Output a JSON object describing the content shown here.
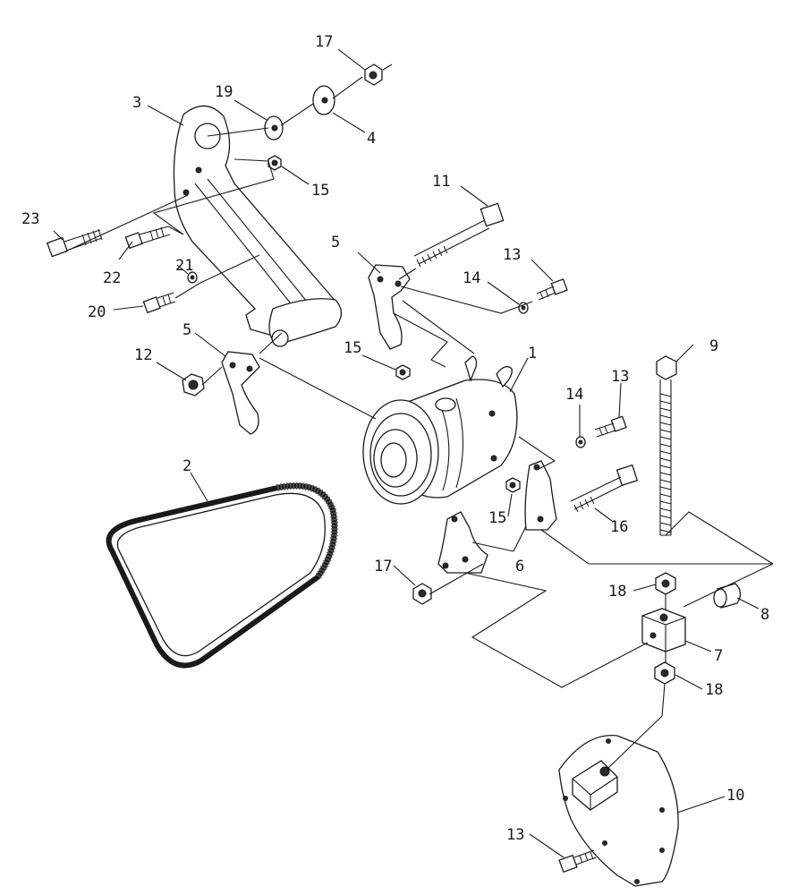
{
  "diagram": {
    "callouts": {
      "c1": "1",
      "c2": "2",
      "c3": "3",
      "c4": "4",
      "c5a": "5",
      "c5b": "5",
      "c6": "6",
      "c7": "7",
      "c8": "8",
      "c9": "9",
      "c10": "10",
      "c11": "11",
      "c12": "12",
      "c13a": "13",
      "c13b": "13",
      "c13c": "13",
      "c14a": "14",
      "c14b": "14",
      "c15a": "15",
      "c15b": "15",
      "c15c": "15",
      "c16": "16",
      "c17a": "17",
      "c17b": "17",
      "c18a": "18",
      "c18b": "18",
      "c19": "19",
      "c20": "20",
      "c21": "21",
      "c22": "22",
      "c23": "23"
    }
  }
}
